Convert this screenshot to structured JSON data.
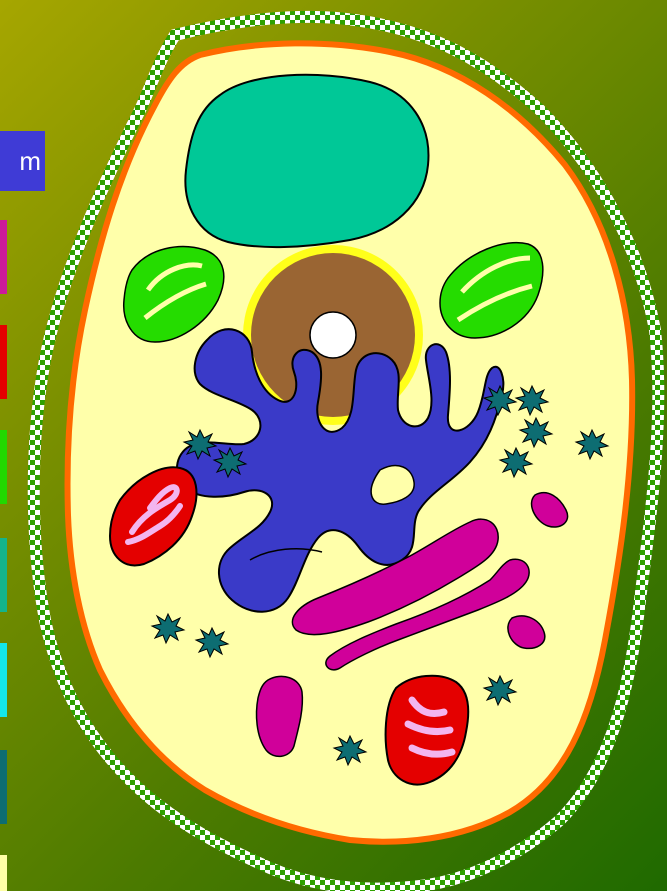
{
  "legend": {
    "partial_label": "m",
    "swatches": [
      {
        "name": "magenta-swatch",
        "color": "#cc1a9b"
      },
      {
        "name": "red-swatch",
        "color": "#e40000"
      },
      {
        "name": "green-swatch",
        "color": "#22d800"
      },
      {
        "name": "teal-swatch",
        "color": "#14b48c"
      },
      {
        "name": "cyan-swatch",
        "color": "#14e7ea"
      },
      {
        "name": "dark-teal-swatch",
        "color": "#0d6d72"
      },
      {
        "name": "cream-swatch",
        "color": "#ffffa6"
      }
    ]
  },
  "colors": {
    "cell_wall": "#ffffff",
    "cell_wall_pattern": "#2fa000",
    "membrane": "#ff6a00",
    "cytoplasm": "#ffffaa",
    "vacuole": "#00c897",
    "chloroplast": "#25dc00",
    "nucleus": "#9a6533",
    "nuclear_envelope": "#ffff1a",
    "nucleolus": "#ffffff",
    "golgi": "#3a3ac8",
    "endoplasmic_reticulum": "#d0009a",
    "mitochondria": "#e40000",
    "mitochondria_inner": "#f3b5ef",
    "ribosome": "#0d6d72"
  }
}
